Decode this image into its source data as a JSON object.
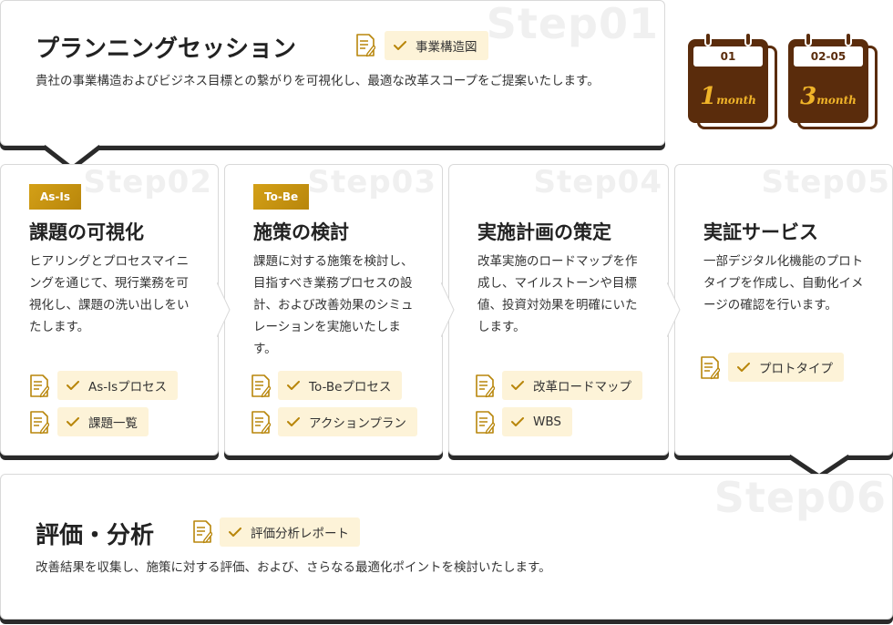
{
  "colors": {
    "accent": "#b8860b",
    "tag_bg": "#fdf3d8",
    "calendar": "#5a2c0c",
    "calendar_num": "#f0b429"
  },
  "calendars": [
    {
      "label": "01",
      "number": "1",
      "unit": "month"
    },
    {
      "label": "02-05",
      "number": "3",
      "unit": "month"
    }
  ],
  "step01": {
    "watermark": "Step01",
    "title": "プランニングセッション",
    "tags": [
      "事業構造図"
    ],
    "desc": "貴社の事業構造およびビジネス目標との繋がりを可視化し、最適な改革スコープをご提案いたします。"
  },
  "step02": {
    "watermark": "Step02",
    "badge": "As-Is",
    "title": "課題の可視化",
    "desc": "ヒアリングとプロセスマイニングを通じて、現行業務を可視化し、課題の洗い出しをいたします。",
    "tags": [
      "As-Isプロセス",
      "課題一覧"
    ]
  },
  "step03": {
    "watermark": "Step03",
    "badge": "To-Be",
    "title": "施策の検討",
    "desc": "課題に対する施策を検討し、目指すべき業務プロセスの設計、および改善効果のシミュレーションを実施いたします。",
    "tags": [
      "To-Beプロセス",
      "アクションプラン"
    ]
  },
  "step04": {
    "watermark": "Step04",
    "title": "実施計画の策定",
    "desc": "改革実施のロードマップを作成し、マイルストーンや目標値、投資対効果を明確にいたします。",
    "tags": [
      "改革ロードマップ",
      "WBS"
    ]
  },
  "step05": {
    "watermark": "Step05",
    "title": "実証サービス",
    "desc": "一部デジタル化機能のプロトタイプを作成し、自動化イメージの確認を行います。",
    "tags": [
      "プロトタイプ"
    ]
  },
  "step06": {
    "watermark": "Step06",
    "title": "評価・分析",
    "tags": [
      "評価分析レポート"
    ],
    "desc": "改善結果を収集し、施策に対する評価、および、さらなる最適化ポイントを検討いたします。"
  }
}
